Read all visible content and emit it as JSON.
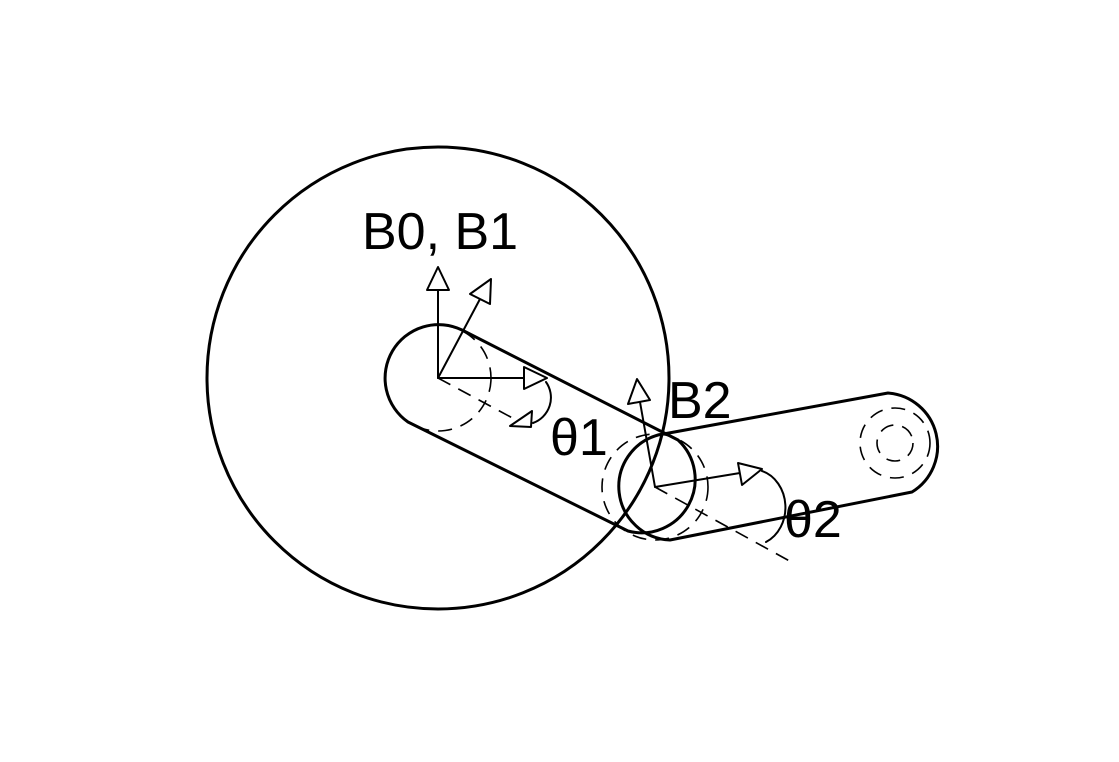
{
  "labels": {
    "base_frames": "B0, B1",
    "frame_b2": "B2",
    "angle_1": "θ1",
    "angle_2": "θ2"
  }
}
